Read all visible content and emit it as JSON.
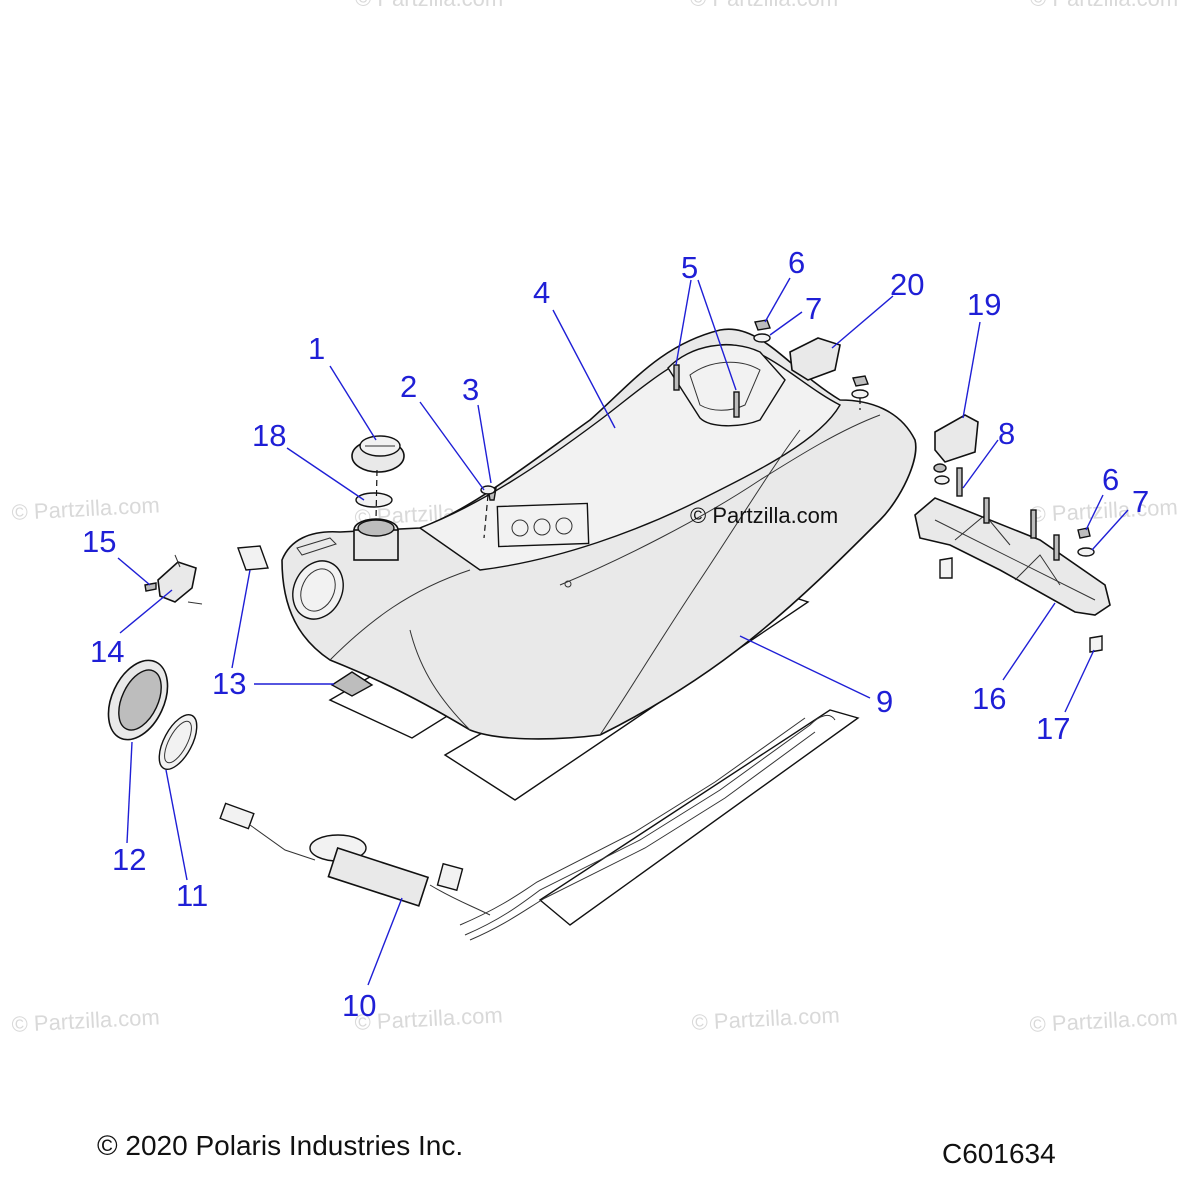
{
  "watermark": {
    "text": "© Partzilla.com",
    "center_text": "© Partzilla.com"
  },
  "callouts": {
    "c1": "1",
    "c2": "2",
    "c3": "3",
    "c4": "4",
    "c5": "5",
    "c6a": "6",
    "c6b": "6",
    "c7a": "7",
    "c7b": "7",
    "c8": "8",
    "c9": "9",
    "c10": "10",
    "c11": "11",
    "c12": "12",
    "c13": "13",
    "c14": "14",
    "c15": "15",
    "c16": "16",
    "c17": "17",
    "c18": "18",
    "c19": "19",
    "c20": "20"
  },
  "footer": {
    "copyright": "© 2020 Polaris Industries Inc.",
    "figure_id": "C601634"
  },
  "colors": {
    "callout": "#1f1fd6",
    "line": "#111111",
    "part_fill": "#e9e9e9",
    "watermark": "#d9d9d9"
  }
}
